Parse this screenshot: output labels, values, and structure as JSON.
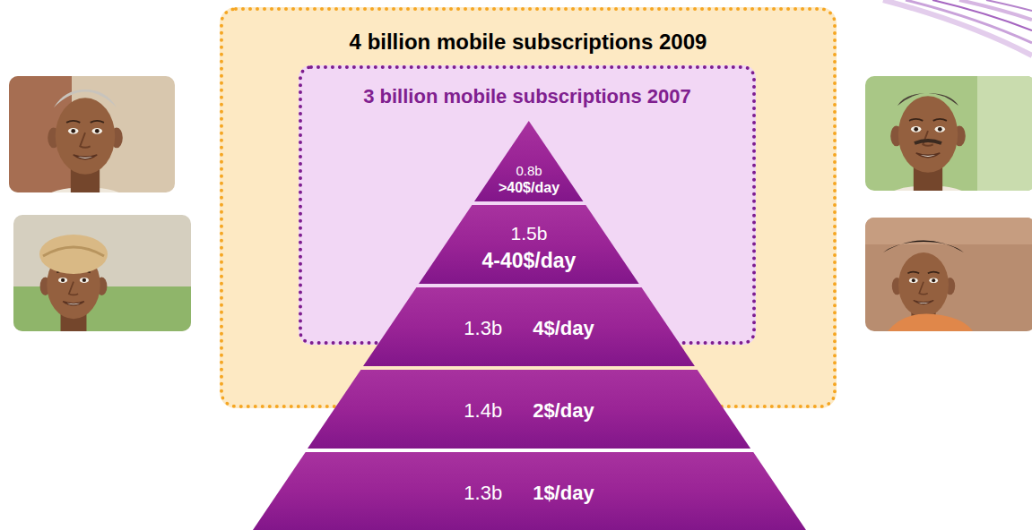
{
  "diagram": {
    "nodes": [
      {
        "text": [
          "4 billion mobile subscriptions 2009"
        ]
      },
      {
        "text": [
          "3 billion mobile subscriptions 2007"
        ],
        "in": 0
      },
      {
        "text": [
          "0.8b",
          ">40$/day"
        ],
        "in": 1
      },
      {
        "text": [
          "1.5b",
          "4-40$/day"
        ],
        "in": 1
      },
      {
        "text": [
          "1.3b",
          "4$/day"
        ],
        "in": 1
      },
      {
        "text": [
          "1.4b",
          "2$/day"
        ],
        "in": 0
      },
      {
        "text": [
          "1.3b",
          "1$/day"
        ]
      }
    ]
  }
}
